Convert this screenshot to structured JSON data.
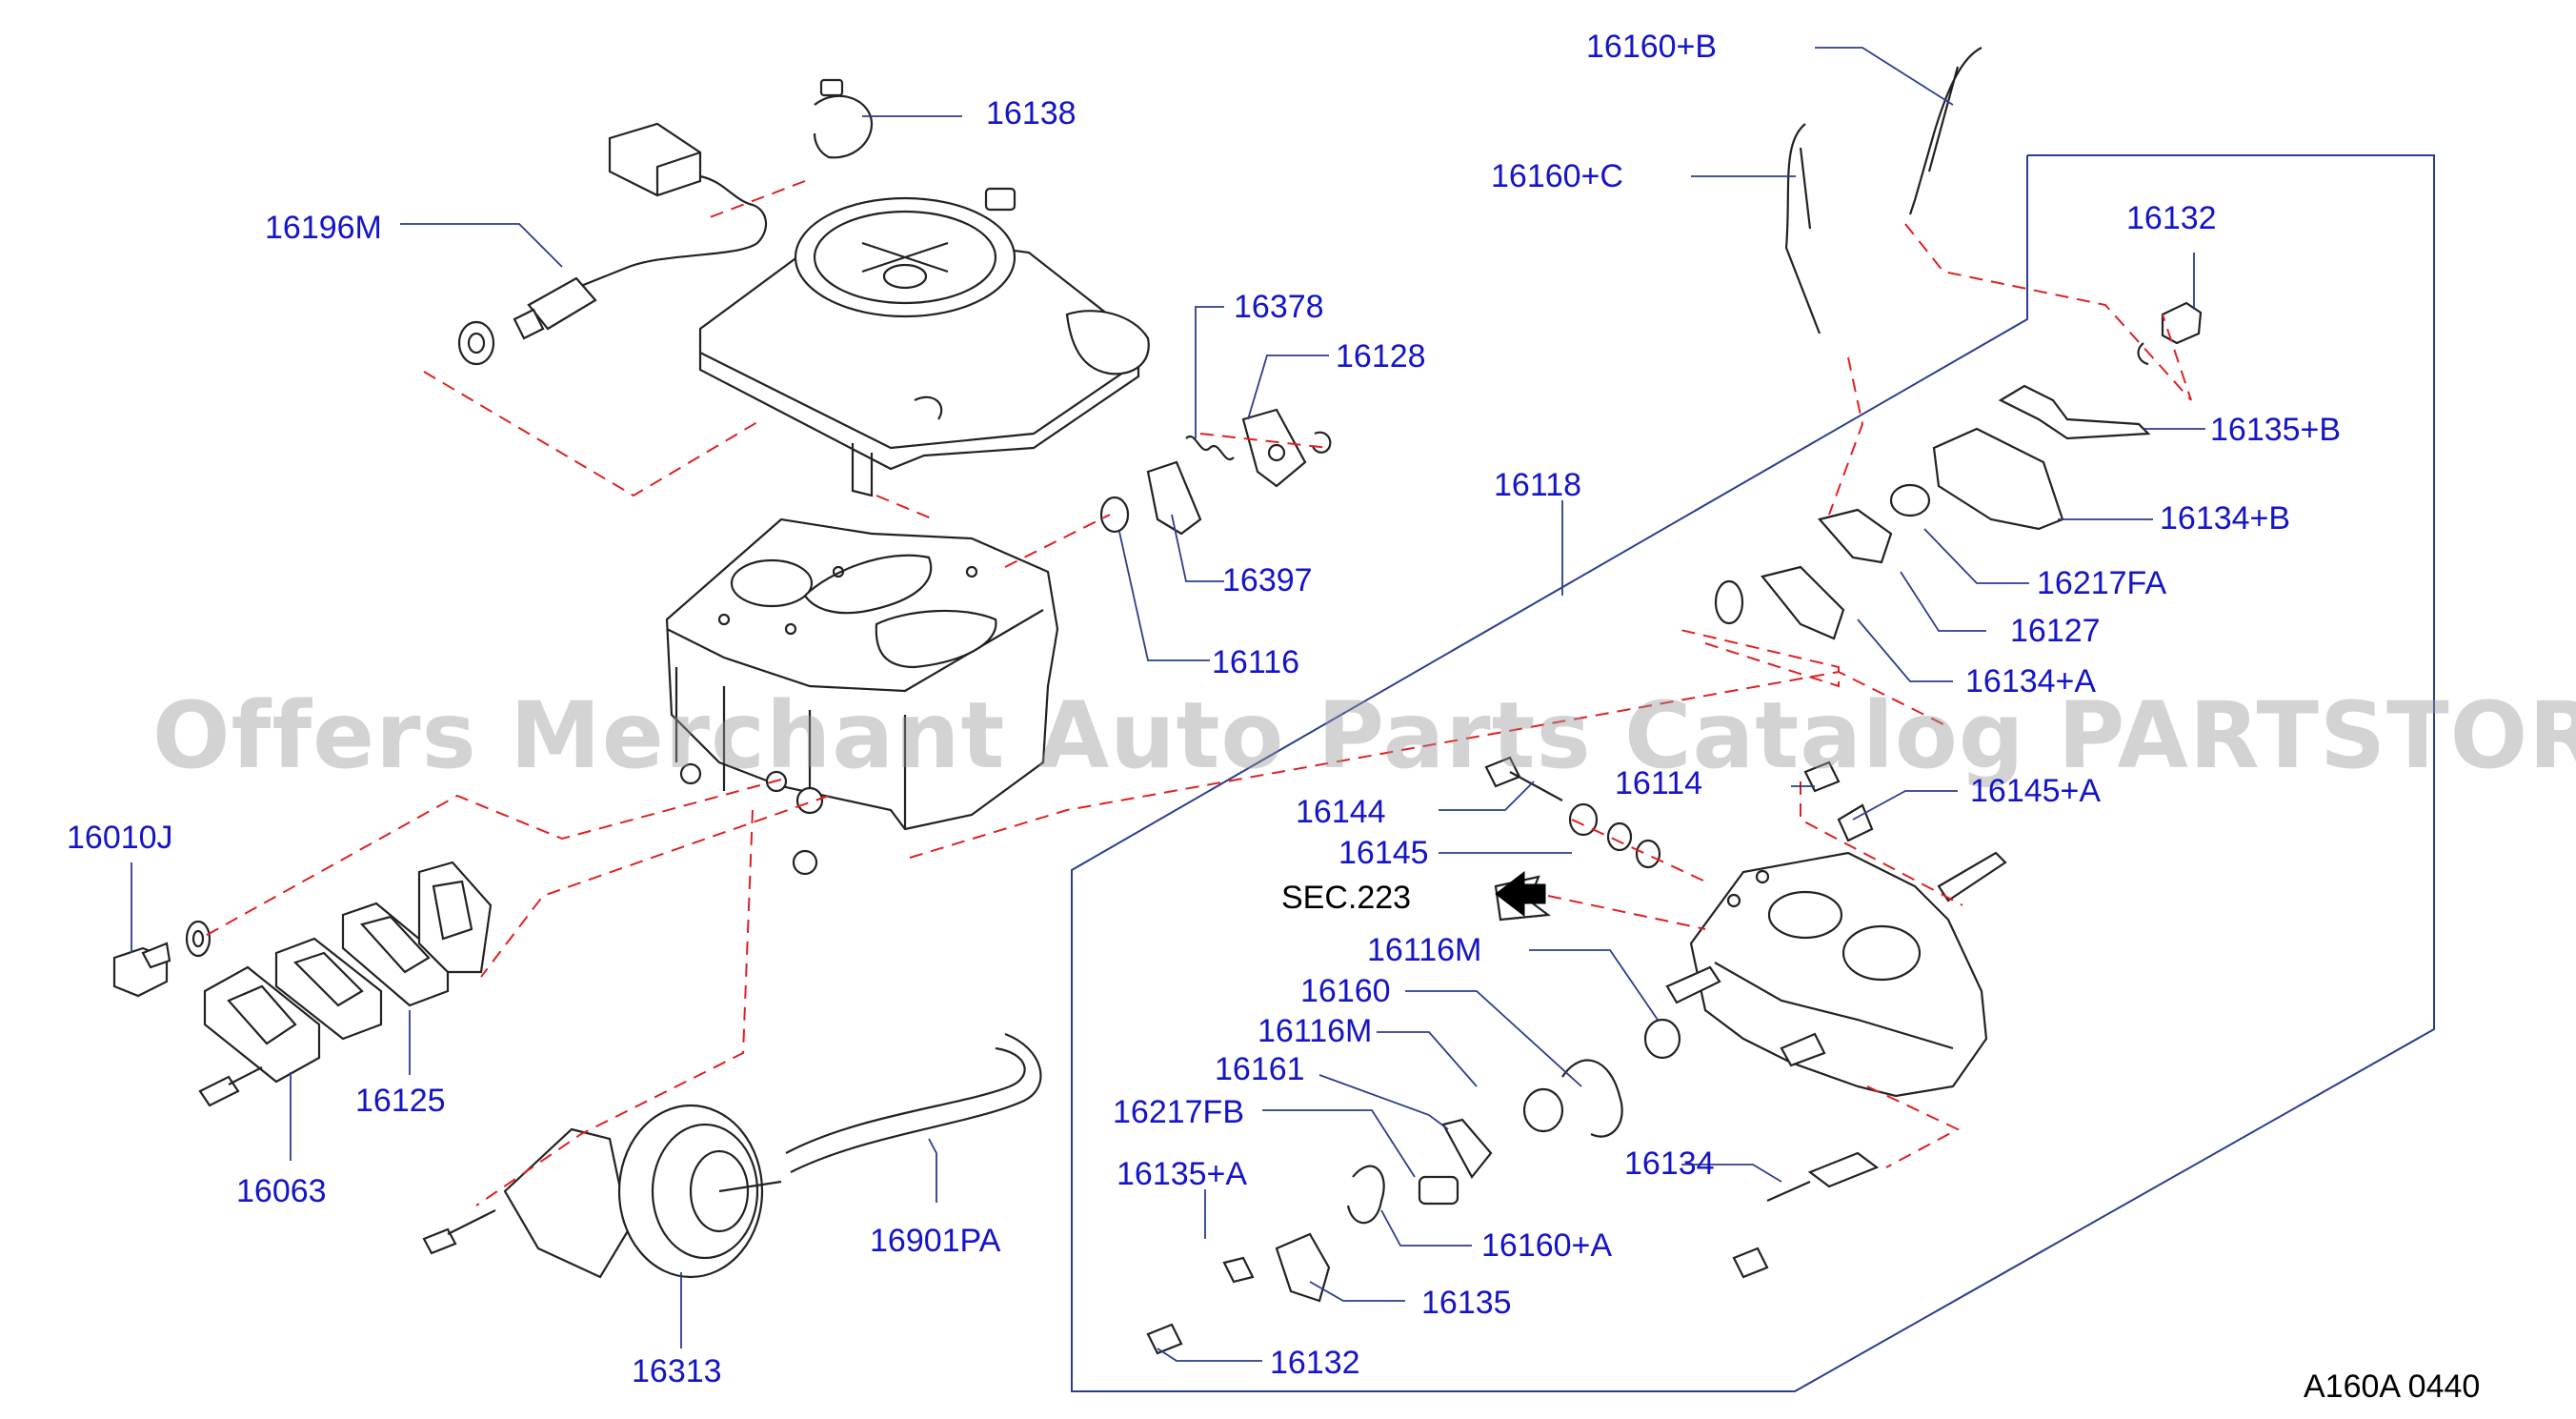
{
  "watermark": "Offers Merchant Auto Parts Catalog PARTSTORE.SA",
  "diagram_code": "A160A  0440",
  "section_ref": "SEC.223",
  "part_labels": {
    "p16160_b": "16160+B",
    "p16160_c": "16160+C",
    "p16138": "16138",
    "p16196m": "16196M",
    "p16378": "16378",
    "p16128": "16128",
    "p16132_top": "16132",
    "p16135_b": "16135+B",
    "p16118": "16118",
    "p16134_b": "16134+B",
    "p16217fa": "16217FA",
    "p16397": "16397",
    "p16127": "16127",
    "p16116": "16116",
    "p16134_a": "16134+A",
    "p16114": "16114",
    "p16145_a": "16145+A",
    "p16144": "16144",
    "p16145": "16145",
    "p16010j": "16010J",
    "p16116m_a": "16116M",
    "p16160": "16160",
    "p16116m_b": "16116M",
    "p16161": "16161",
    "p16125": "16125",
    "p16217fb": "16217FB",
    "p16063": "16063",
    "p16134": "16134",
    "p16135_a": "16135+A",
    "p16901pa": "16901PA",
    "p16160_a": "16160+A",
    "p16135": "16135",
    "p16313": "16313",
    "p16132_bottom": "16132"
  }
}
